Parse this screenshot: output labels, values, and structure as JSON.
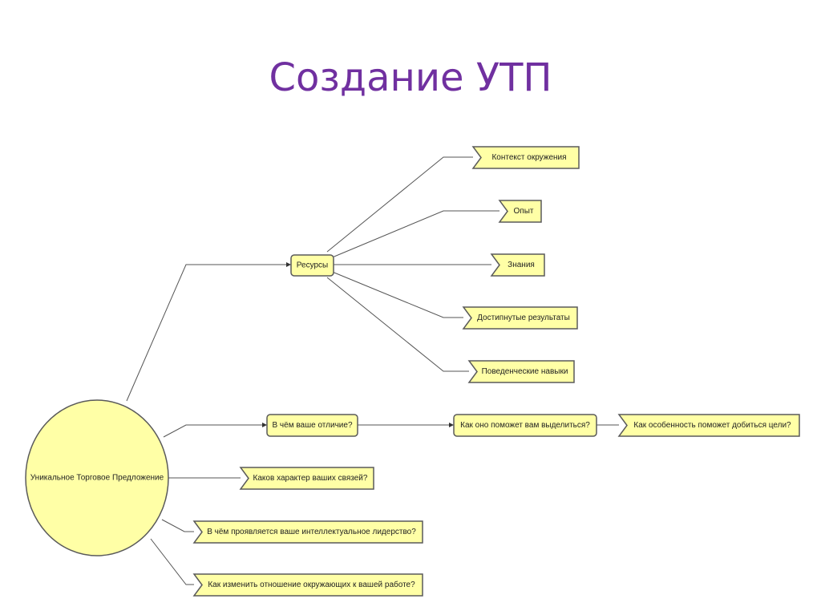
{
  "title": "Создание УТП",
  "colors": {
    "title": "#7030a0",
    "node_fill": "#ffffa6",
    "node_stroke": "#5a5a5a",
    "connector": "#555555"
  },
  "diagram": {
    "root": "Уникальное Торговое Предложение",
    "resources": {
      "label": "Ресурсы",
      "children": [
        "Контекст окружения",
        "Опыт",
        "Знания",
        "Достипнутые результаты",
        "Поведенческие навыки"
      ]
    },
    "difference": {
      "label": "В чём ваше отличие?",
      "next": "Как оно поможет вам выделиться?",
      "next2": "Как особенность поможет добиться цели?"
    },
    "connections": "Каков характер ваших связей?",
    "leadership": "В чём проявляется ваше интеллектуальное лидерство?",
    "attitude": "Как изменить отношение окружающих к вашей работе?"
  }
}
